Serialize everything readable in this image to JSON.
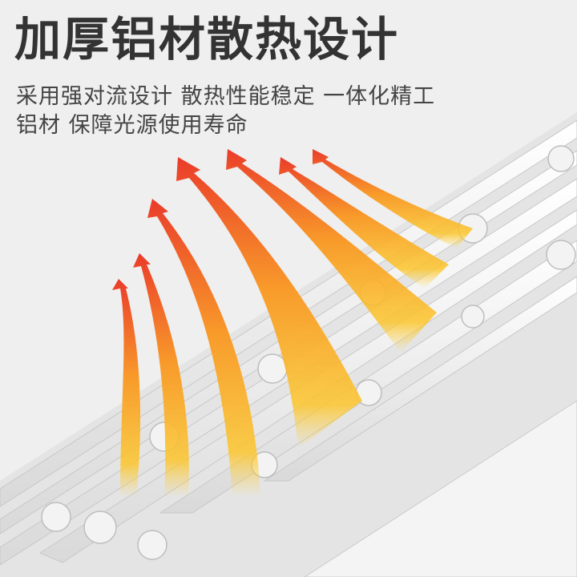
{
  "headline": "加厚铝材散热设计",
  "description": {
    "line1": "采用强对流设计 散热性能稳定 一体化精工",
    "line2": "铝材 保障光源使用寿命"
  },
  "colors": {
    "background": "#efefef",
    "profile": "#f7f7f7",
    "profile_shadow": "#cfcfcf",
    "arrow_top": "#e8382a",
    "arrow_bottom": "#fcc52c",
    "text": "#333333"
  }
}
